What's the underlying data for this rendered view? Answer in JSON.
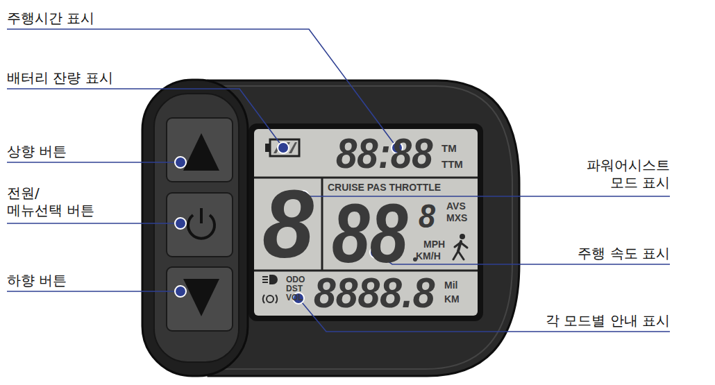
{
  "diagram": {
    "labels": [
      "주행시간 표시",
      "배터리 잔량 표시",
      "상향 버튼",
      "전원/ 메뉴선택 버튼",
      "하향 버튼",
      "파워어시스트 모드 표시",
      "주행 속도 표시",
      "각 모드별 안내 표시",
      "88:88",
      "TM",
      "TTM",
      "8",
      "CRUISE PAS THROTTLE",
      "88",
      "8",
      "AVS",
      "MXS",
      "MPH",
      "KM/H",
      "ODO",
      "DST",
      "VOL",
      "8888.8",
      "Mil",
      "KM"
    ]
  }
}
